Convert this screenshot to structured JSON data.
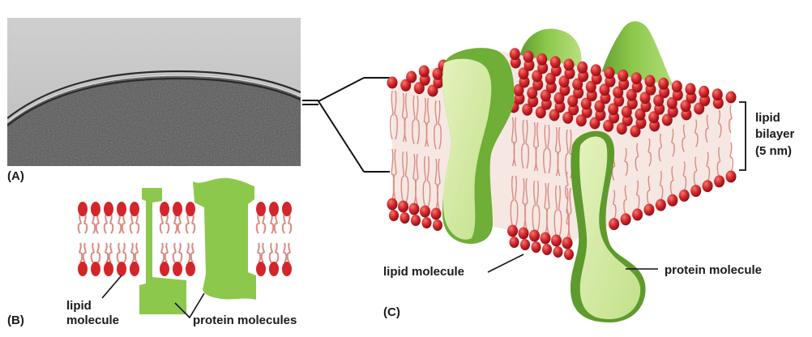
{
  "panels": {
    "a": "(A)",
    "b": "(B)",
    "c": "(C)"
  },
  "panel_b": {
    "lipid_line1": "lipid",
    "lipid_line2": "molecule",
    "protein": "protein molecules"
  },
  "panel_c": {
    "bilayer_line1": "lipid",
    "bilayer_line2": "bilayer",
    "bilayer_line3": "(5 nm)",
    "lipid": "lipid molecule",
    "protein": "protein molecule"
  },
  "colors": {
    "lipid_head": "#d3262b",
    "lipid_tail": "#d98b82",
    "protein": "#8cc84b",
    "protein_light": "#d4eaa6",
    "protein_dark": "#5e9a2d",
    "micrograph_dark": "#3a3a3a",
    "micrograph_light": "#c9c9c9"
  }
}
